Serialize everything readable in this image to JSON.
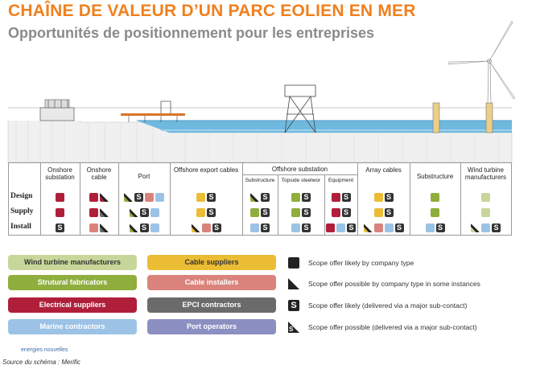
{
  "header": {
    "title": "CHAÎNE DE VALEUR D’UN PARC EOLIEN EN MER",
    "subtitle": "Opportunités de positionnement pour les entreprises"
  },
  "colors": {
    "orange_title": "#f0801e",
    "wind_turbine_manufacturers": "#c7d79a",
    "structural_fabricators": "#8fae3e",
    "electrical_suppliers": "#b01f3a",
    "marine_contractors": "#9cc3e6",
    "cable_suppliers": "#ebbd34",
    "cable_installers": "#d9837c",
    "epci_contractors": "#6b6b6b",
    "port_operators": "#8c8fc2",
    "sea": "#6fb9df"
  },
  "table": {
    "columns": [
      {
        "label": "Onshore substation"
      },
      {
        "label": "Onshore cable"
      },
      {
        "label": "Port"
      },
      {
        "label": "Offshore export cables"
      },
      {
        "label": "Offshore substation"
      },
      {
        "label": "Array cables"
      },
      {
        "label": "Substructure"
      },
      {
        "label": "Wind turbine manufacturers"
      }
    ],
    "offshore_sub_columns": [
      {
        "label": "Substructure"
      },
      {
        "label": "Topside steelwor"
      },
      {
        "label": "Equipment"
      }
    ],
    "rows": [
      {
        "label": "Design"
      },
      {
        "label": "Supply"
      },
      {
        "label": "Install"
      }
    ],
    "cells": [
      [
        "electrical_suppliers full",
        "electrical_suppliers full|electrical_suppliers tri",
        "structural_fabricators tri-s|epci_contractors s|cable_installers full|marine_contractors full",
        "cable_suppliers full|epci_contractors s",
        "structural_fabricators tri|epci_contractors s",
        "structural_fabricators full|epci_contractors s",
        "electrical_suppliers full|epci_contractors s",
        "cable_suppliers full|epci_contractors s",
        "structural_fabricators full",
        "wind_turbine_manufacturers full"
      ],
      [
        "electrical_suppliers full",
        "electrical_suppliers full|epci_contractors tri",
        "structural_fabricators tri-s|epci_contractors s|marine_contractors full",
        "cable_suppliers full|epci_contractors s",
        "structural_fabricators full|epci_contractors s",
        "structural_fabricators full|epci_contractors s",
        "electrical_suppliers full|epci_contractors s",
        "cable_suppliers full|epci_contractors s",
        "structural_fabricators full",
        "wind_turbine_manufacturers full"
      ],
      [
        "electrical_suppliers s",
        "cable_installers full|epci_contractors tri",
        "structural_fabricators tri-s|epci_contractors s|marine_contractors full",
        "cable_suppliers tri|cable_installers full|epci_contractors s",
        "marine_contractors full|epci_contractors s",
        "marine_contractors full|epci_contractors s",
        "electrical_suppliers full|marine_contractors full|epci_contractors s",
        "cable_suppliers tri|cable_installers full|marine_contractors full|epci_contractors s",
        "marine_contractors full|epci_contractors s",
        "wind_turbine_manufacturers tri|marine_contractors full|epci_contractors s"
      ]
    ],
    "s_glyph": "S"
  },
  "legend": {
    "categories": [
      {
        "label": "Wind turbine manufacturers",
        "color": "#c7d79a",
        "text_color": "#333333"
      },
      {
        "label": "Strutural fabricators",
        "color": "#8fae3e",
        "text_color": "#ffffff"
      },
      {
        "label": "Electrical suppliers",
        "color": "#b01f3a",
        "text_color": "#ffffff"
      },
      {
        "label": "Marine contractors",
        "color": "#9cc3e6",
        "text_color": "#ffffff"
      },
      {
        "label": "Cable suppliers",
        "color": "#ebbd34",
        "text_color": "#333333"
      },
      {
        "label": "Cable installers",
        "color": "#d9837c",
        "text_color": "#ffffff"
      },
      {
        "label": "EPCI contractors",
        "color": "#6b6b6b",
        "text_color": "#ffffff"
      },
      {
        "label": "Port operators",
        "color": "#8c8fc2",
        "text_color": "#ffffff"
      }
    ],
    "symbols": [
      {
        "kind": "full",
        "label": "Scope offer likely by company type"
      },
      {
        "kind": "tri",
        "label": "Scope offer possible by company type in some instances"
      },
      {
        "kind": "s",
        "label": "Scope offer likely (delivered via a major sub-contact)"
      },
      {
        "kind": "tri-s",
        "label": "Scope offer possible (delivered via a major sub-contact)"
      }
    ]
  },
  "footer": {
    "brand": "energies nouvelles",
    "source": "Source du schéma  : Merific"
  }
}
